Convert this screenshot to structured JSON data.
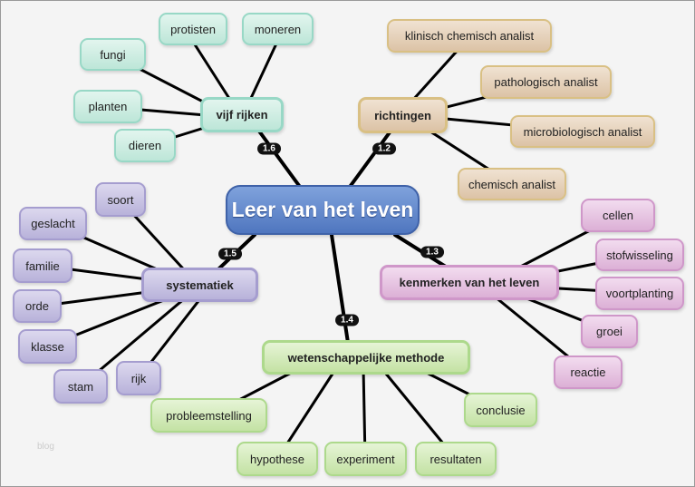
{
  "center": "Leer van het leven",
  "branches": {
    "rijken": {
      "label": "vijf rijken",
      "badge": "1.6",
      "children": [
        "protisten",
        "moneren",
        "fungi",
        "planten",
        "dieren"
      ]
    },
    "richtingen": {
      "label": "richtingen",
      "badge": "1.2",
      "children": [
        "klinisch chemisch analist",
        "pathologisch analist",
        "microbiologisch analist",
        "chemisch analist"
      ]
    },
    "kenmerken": {
      "label": "kenmerken van het leven",
      "badge": "1.3",
      "children": [
        "cellen",
        "stofwisseling",
        "voortplanting",
        "groei",
        "reactie"
      ]
    },
    "systematiek": {
      "label": "systematiek",
      "badge": "1.5",
      "children": [
        "soort",
        "geslacht",
        "familie",
        "orde",
        "klasse",
        "stam",
        "rijk"
      ]
    },
    "methode": {
      "label": "wetenschappelijke methode",
      "badge": "1.4",
      "children": [
        "probleemstelling",
        "hypothese",
        "experiment",
        "resultaten",
        "conclusie"
      ]
    }
  },
  "watermark": "blog"
}
